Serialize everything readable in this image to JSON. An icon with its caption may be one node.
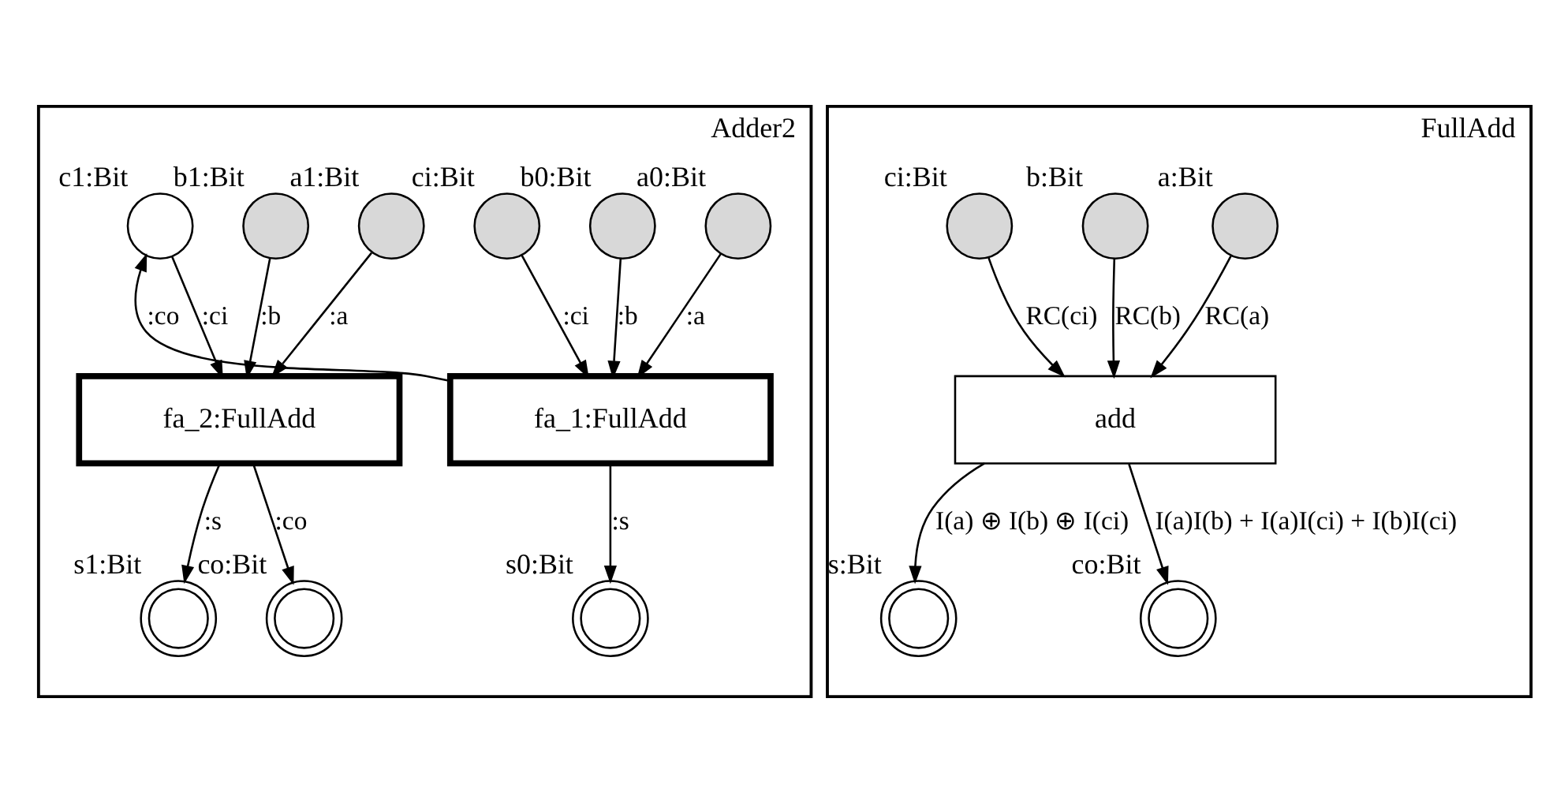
{
  "diagram": {
    "nodes": [
      {
        "text": [
          "Adder2"
        ]
      },
      {
        "text": [
          "a0:Bit"
        ],
        "in": 0
      },
      {
        "text": [
          "b0:Bit"
        ],
        "in": 0
      },
      {
        "text": [
          "ci:Bit"
        ],
        "in": 0
      },
      {
        "text": [
          "fa_1:FullAdd"
        ],
        "in": 0
      },
      {
        "text": [
          "a1:Bit"
        ],
        "in": 0
      },
      {
        "text": [
          "b1:Bit"
        ],
        "in": 0
      },
      {
        "text": [
          "c1:Bit"
        ],
        "in": 0
      },
      {
        "text": [
          "fa_2:FullAdd"
        ],
        "in": 0
      },
      {
        "text": [
          "s0:Bit"
        ],
        "in": 0
      },
      {
        "text": [
          "s1:Bit"
        ],
        "in": 0
      },
      {
        "text": [
          "co:Bit"
        ],
        "in": 0
      },
      {
        "text": [
          "FullAdd"
        ]
      },
      {
        "text": [
          "a:Bit"
        ],
        "in": 12
      },
      {
        "text": [
          "b:Bit"
        ],
        "in": 12
      },
      {
        "text": [
          "ci:Bit"
        ],
        "in": 12
      },
      {
        "text": [
          "add"
        ],
        "in": 12
      },
      {
        "text": [
          "s:Bit"
        ],
        "in": 12
      },
      {
        "text": [
          "co:Bit"
        ],
        "in": 12
      }
    ],
    "edges": [
      {
        "from": 1,
        "to": 4,
        "arrow": "to",
        "label": ":a"
      },
      {
        "from": 2,
        "to": 4,
        "arrow": "to",
        "label": ":b"
      },
      {
        "from": 3,
        "to": 4,
        "arrow": "to",
        "label": ":ci"
      },
      {
        "from": 5,
        "to": 8,
        "arrow": "to",
        "label": ":a"
      },
      {
        "from": 6,
        "to": 8,
        "arrow": "to",
        "label": ":b"
      },
      {
        "from": 7,
        "to": 8,
        "arrow": "to",
        "label": ":ci"
      },
      {
        "from": 4,
        "to": 9,
        "arrow": "to",
        "label": ":s"
      },
      {
        "from": 4,
        "to": 7,
        "arrow": "to",
        "label": ":co"
      },
      {
        "from": 8,
        "to": 10,
        "arrow": "to",
        "label": ":s"
      },
      {
        "from": 8,
        "to": 11,
        "arrow": "to",
        "label": ":co"
      },
      {
        "from": 13,
        "to": 16,
        "arrow": "to",
        "label": "RC(a)"
      },
      {
        "from": 14,
        "to": 16,
        "arrow": "to",
        "label": "RC(b)"
      },
      {
        "from": 15,
        "to": 16,
        "arrow": "to",
        "label": "RC(ci)"
      },
      {
        "from": 16,
        "to": 17,
        "arrow": "to",
        "label": "I(a) ⊕ I(b) ⊕ I(ci)"
      },
      {
        "from": 16,
        "to": 18,
        "arrow": "to",
        "label": "I(a)I(b) + I(a)I(ci) + I(b)I(ci)"
      }
    ]
  }
}
